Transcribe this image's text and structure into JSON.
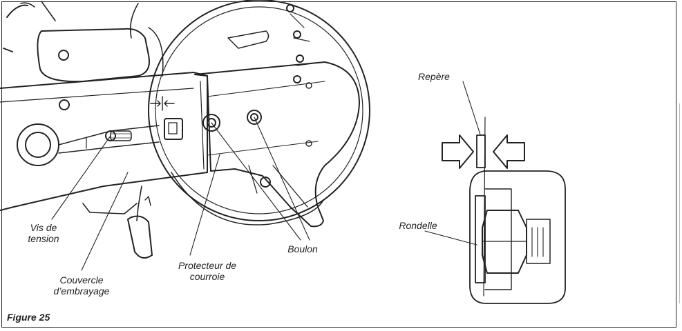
{
  "figure": {
    "caption": "Figure 25",
    "labels": {
      "tension_screw": "Vis de\ntension",
      "clutch_cover": "Couvercle\nd’embrayage",
      "belt_guard": "Protecteur de\ncourroie",
      "bolt": "Boulon",
      "mark": "Repère",
      "washer": "Rondelle"
    }
  },
  "colors": {
    "line": "#222222",
    "background": "#ffffff"
  }
}
